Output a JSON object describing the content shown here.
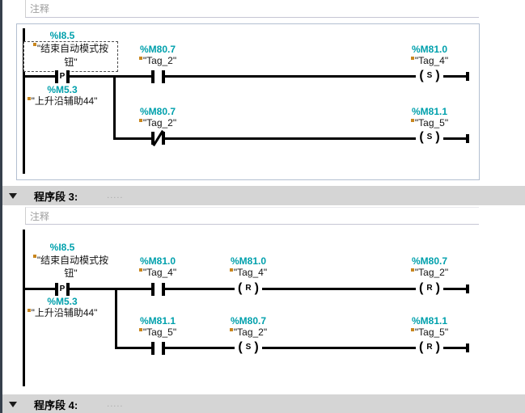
{
  "colors": {
    "operand": "#00a0ac",
    "tag_icon": "#c8861e",
    "header_bg": "#d5d5d5",
    "frame_border": "#b3bfd1",
    "comment_text": "#9e9e9e",
    "line": "#000000"
  },
  "n2": {
    "comment": "注释",
    "edge": {
      "addr": "%I8.5",
      "name1": "\"结束自动模式按",
      "name2": "钮\"",
      "sym": "P",
      "aux_addr": "%M5.3",
      "aux_name": "\"上升沿辅助44\""
    },
    "r1": {
      "c1": {
        "addr": "%M80.7",
        "name": "\"Tag_2\""
      },
      "coil": {
        "addr": "%M81.0",
        "name": "\"Tag_4\"",
        "sym": "S"
      }
    },
    "r2": {
      "c1": {
        "addr": "%M80.7",
        "name": "\"Tag_2\""
      },
      "coil": {
        "addr": "%M81.1",
        "name": "\"Tag_5\"",
        "sym": "S"
      }
    }
  },
  "n3": {
    "header": {
      "title": "程序段 3:",
      "dots": "....."
    },
    "comment": "注释",
    "edge": {
      "addr": "%I8.5",
      "name1": "\"结束自动模式按",
      "name2": "钮\"",
      "sym": "P",
      "aux_addr": "%M5.3",
      "aux_name": "\"上升沿辅助44\""
    },
    "r1": {
      "c1": {
        "addr": "%M81.0",
        "name": "\"Tag_4\""
      },
      "coil1": {
        "addr": "%M81.0",
        "name": "\"Tag_4\"",
        "sym": "R"
      },
      "coil2": {
        "addr": "%M80.7",
        "name": "\"Tag_2\"",
        "sym": "R"
      }
    },
    "r2": {
      "c1": {
        "addr": "%M81.1",
        "name": "\"Tag_5\""
      },
      "coil1": {
        "addr": "%M80.7",
        "name": "\"Tag_2\"",
        "sym": "S"
      },
      "coil2": {
        "addr": "%M81.1",
        "name": "\"Tag_5\"",
        "sym": "R"
      }
    }
  },
  "n4": {
    "header": {
      "title": "程序段 4:",
      "dots": "....."
    }
  }
}
